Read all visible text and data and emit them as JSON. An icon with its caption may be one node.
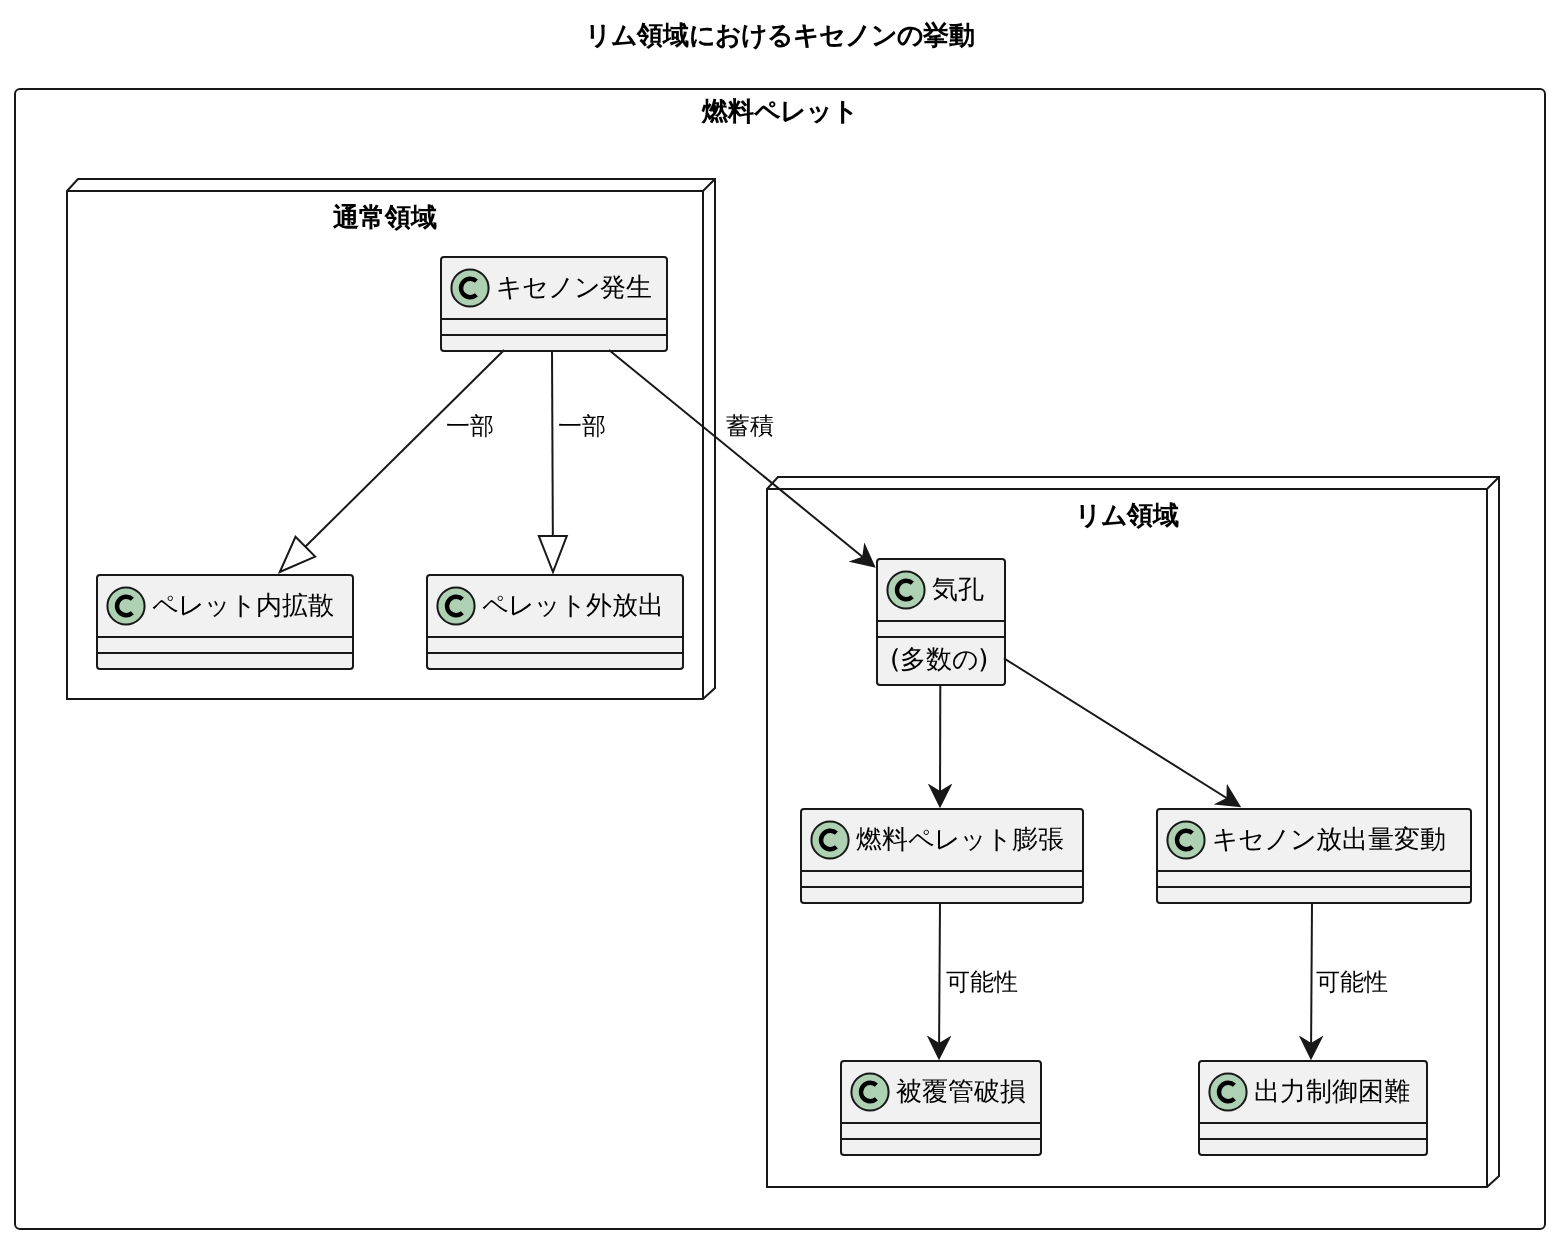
{
  "diagram": {
    "title": "リム領域におけるキセノンの挙動",
    "nodes": [
      {
        "text": [
          "燃料ペレット"
        ]
      },
      {
        "text": [
          "通常領域"
        ],
        "in": 0
      },
      {
        "text": [
          "キセノン発生"
        ],
        "in": 1
      },
      {
        "text": [
          "ペレット内拡散"
        ],
        "in": 1
      },
      {
        "text": [
          "ペレット外放出"
        ],
        "in": 1
      },
      {
        "text": [
          "リム領域"
        ],
        "in": 0
      },
      {
        "text": [
          "気孔",
          "(多数の)"
        ],
        "in": 5
      },
      {
        "text": [
          "燃料ペレット膨張"
        ],
        "in": 5
      },
      {
        "text": [
          "キセノン放出量変動"
        ],
        "in": 5
      },
      {
        "text": [
          "被覆管破損"
        ],
        "in": 5
      },
      {
        "text": [
          "出力制御困難"
        ],
        "in": 5
      }
    ],
    "edges": [
      {
        "from": 2,
        "to": 3,
        "arrow": "to",
        "label": "一部"
      },
      {
        "from": 2,
        "to": 4,
        "arrow": "to",
        "label": "一部"
      },
      {
        "from": 2,
        "to": 6,
        "arrow": "to",
        "label": "蓄積"
      },
      {
        "from": 6,
        "to": 7,
        "arrow": "to"
      },
      {
        "from": 6,
        "to": 8,
        "arrow": "to"
      },
      {
        "from": 7,
        "to": 9,
        "arrow": "to",
        "label": "可能性"
      },
      {
        "from": 8,
        "to": 10,
        "arrow": "to",
        "label": "可能性"
      }
    ]
  }
}
